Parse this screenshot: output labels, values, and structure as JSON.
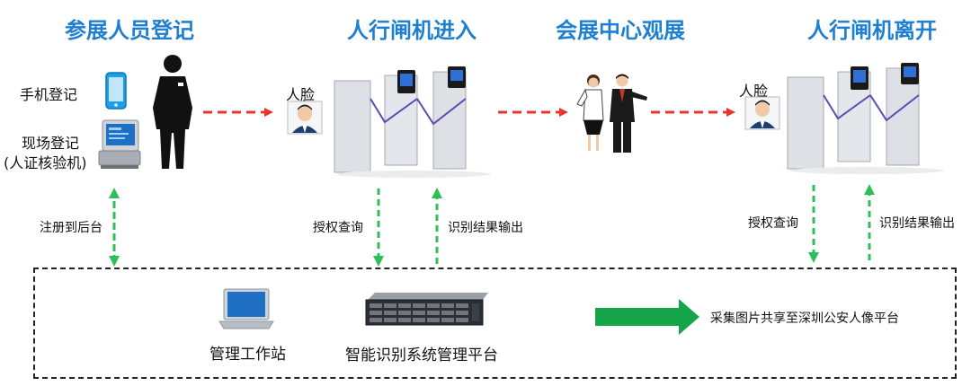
{
  "stages": {
    "register": "参展人员登记",
    "entry": "人行闸机进入",
    "visit": "会展中心观展",
    "exit": "人行闸机离开"
  },
  "registration": {
    "mobile": "手机登记",
    "onsite_line1": "现场登记",
    "onsite_line2": "(人证核验机)"
  },
  "face_label": "人脸",
  "links": {
    "register_backend": "注册到后台",
    "auth_query": "授权查询",
    "result_output": "识别结果输出"
  },
  "backend": {
    "workstation": "管理工作站",
    "platform": "智能识别系统管理平台",
    "share": "采集图片共享至深圳公安人像平台"
  },
  "colors": {
    "title": "#1f7fd1",
    "red_arrow": "#e8332e",
    "green_arrow": "#2fbf5a",
    "share_arrow": "#15a64a"
  },
  "icons": [
    "phone-icon",
    "verification-kiosk-icon",
    "person-silhouette-icon",
    "face-id-icon",
    "turnstile-gate-icon",
    "visitors-icon",
    "laptop-icon",
    "server-icon"
  ]
}
